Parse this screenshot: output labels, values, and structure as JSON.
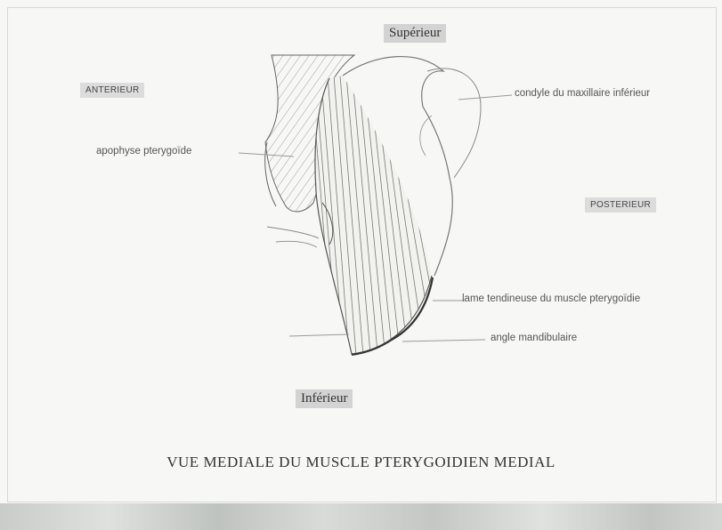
{
  "orientation": {
    "superior": "Supérieur",
    "inferior": "Inférieur",
    "anterior": "ANTERIEUR",
    "posterior": "POSTERIEUR"
  },
  "annotations": {
    "condyle": "condyle du maxillaire inférieur",
    "pterygoid_process": "apophyse pterygoïde",
    "tendinous_lamina": "lame tendineuse du muscle pterygoïdie",
    "mandibular_angle": "angle mandibulaire"
  },
  "caption": "VUE MEDIALE DU MUSCLE PTERYGOIDIEN MEDIAL"
}
